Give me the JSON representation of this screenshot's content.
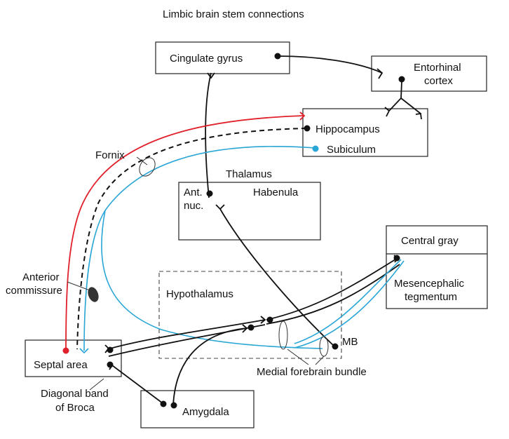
{
  "title": "Limbic brain stem connections",
  "labels": {
    "cingulate_gyrus": "Cingulate gyrus",
    "entorhinal_line1": "Entorhinal",
    "entorhinal_line2": "cortex",
    "hippocampus": "Hippocampus",
    "subiculum": "Subiculum",
    "fornix": "Fornix",
    "thalamus": "Thalamus",
    "ant_nuc_line1": "Ant.",
    "ant_nuc_line2": "nuc.",
    "habenula": "Habenula",
    "central_gray": "Central gray",
    "mesencephalic_line1": "Mesencephalic",
    "mesencephalic_line2": "tegmentum",
    "anterior_commissure_line1": "Anterior",
    "anterior_commissure_line2": "commissure",
    "hypothalamus": "Hypothalamus",
    "mb": "MB",
    "septal_area": "Septal area",
    "medial_forebrain_bundle": "Medial forebrain bundle",
    "diagonal_band_line1": "Diagonal band",
    "diagonal_band_line2": "of Broca",
    "amygdala": "Amygdala"
  },
  "colors": {
    "pathway_red": "#e0202a",
    "pathway_blue": "#29a6d6",
    "pathway_black": "#111111"
  }
}
